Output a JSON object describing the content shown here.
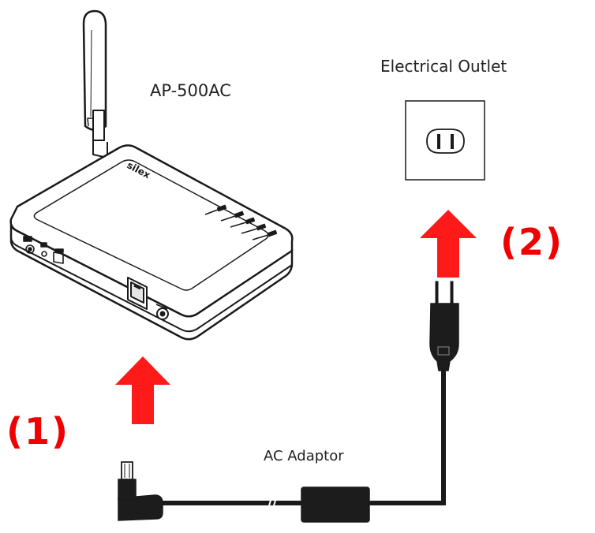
{
  "device": {
    "model_label": "AP-500AC",
    "brand_mark": "silex"
  },
  "outlet": {
    "label": "Electrical Outlet"
  },
  "adapter": {
    "label": "AC Adaptor"
  },
  "steps": [
    {
      "label": "(1)"
    },
    {
      "label": "(2)"
    }
  ],
  "colors": {
    "step_text": "#f00000",
    "arrow": "#ff1a1a",
    "line": "#1a1a1a"
  }
}
